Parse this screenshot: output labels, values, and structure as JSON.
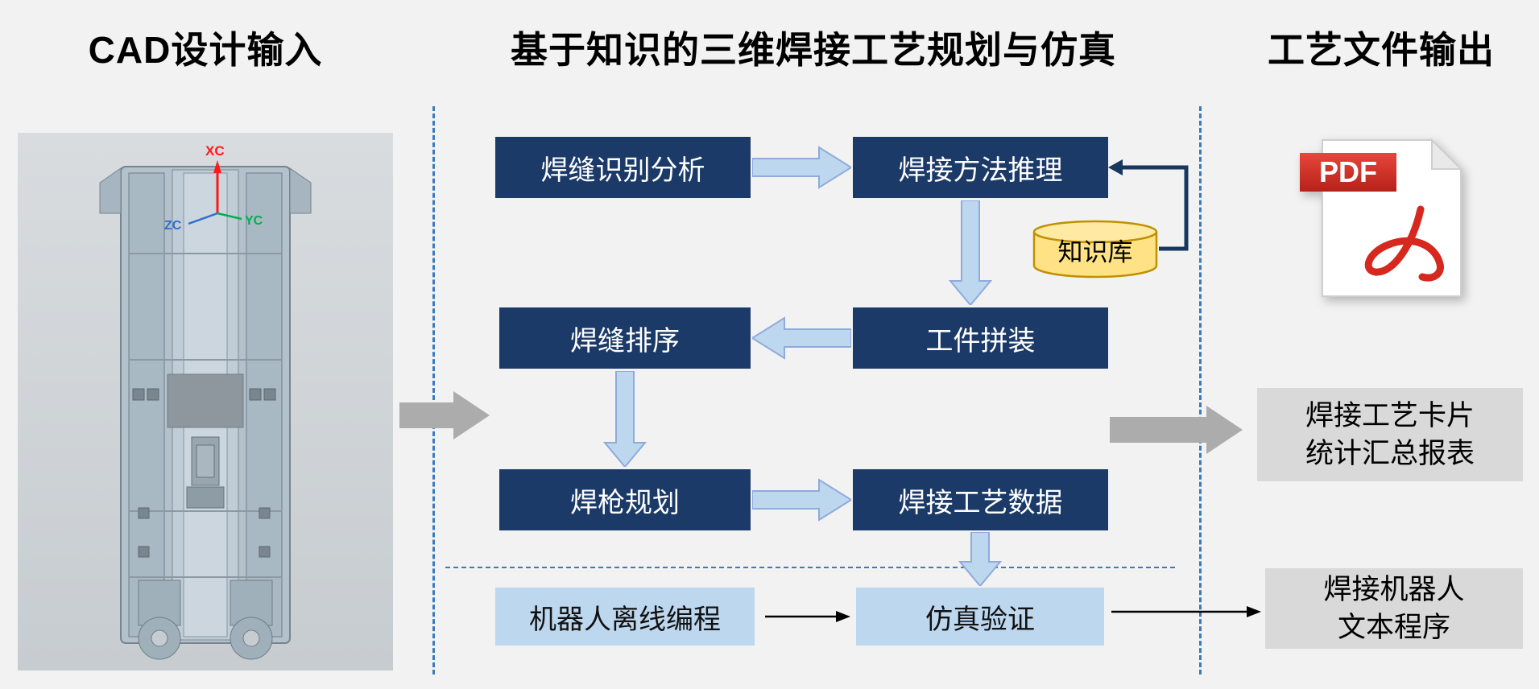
{
  "titles": {
    "cad_input": "CAD设计输入",
    "planning": "基于知识的三维焊接工艺规划与仿真",
    "output": "工艺文件输出"
  },
  "cad_view": {
    "axes": {
      "x": "XC",
      "y": "YC",
      "z": "ZC"
    }
  },
  "flowchart": {
    "seam_recognition": "焊缝识别分析",
    "method_reasoning": "焊接方法推理",
    "knowledge_base": "知识库",
    "workpiece_assembly": "工件拼装",
    "seam_sequencing": "焊缝排序",
    "torch_planning": "焊枪规划",
    "process_data": "焊接工艺数据",
    "offline_programming": "机器人离线编程",
    "simulation_verification": "仿真验证"
  },
  "outputs": {
    "pdf_badge": "PDF",
    "report_card": [
      "焊接工艺卡片",
      "统计汇总报表"
    ],
    "robot_program": [
      "焊接机器人",
      "文本程序"
    ]
  },
  "colors": {
    "dark_box": "#1B3A68",
    "light_box": "#BDD7EE",
    "arrow_fill": "#BDD7EE",
    "arrow_outline": "#8FAADC",
    "knowledge_fill": "#FFE285",
    "knowledge_outline": "#BF9000",
    "output_box": "#D9D9D9",
    "big_arrow": "#ACACAC",
    "dashed_boundary": "#3A7ABF",
    "pdf_red": "#D6281E"
  }
}
